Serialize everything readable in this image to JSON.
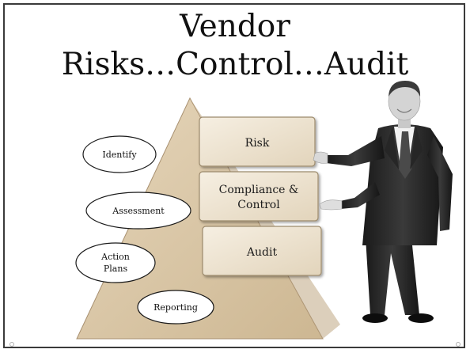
{
  "slide": {
    "title_line1": "Vendor",
    "title_line2": "Risks…Control…Audit"
  },
  "pyramid": {
    "tiers": [
      {
        "label_lines": [
          "Risk"
        ]
      },
      {
        "label_lines": [
          "Compliance &",
          "Control"
        ]
      },
      {
        "label_lines": [
          "Audit"
        ]
      }
    ],
    "steps": [
      {
        "label_lines": [
          "Identify"
        ]
      },
      {
        "label_lines": [
          "Assessment"
        ]
      },
      {
        "label_lines": [
          "Action",
          "Plans"
        ]
      },
      {
        "label_lines": [
          "Reporting"
        ]
      }
    ]
  },
  "colors": {
    "pyramid_fill": "#dcc9a9",
    "tier_fill": "#efe5d3",
    "ellipse_fill": "#ffffff",
    "suit": "#2b2b2b"
  },
  "icons": {
    "presenter": "businessman-presenting-illustration"
  }
}
